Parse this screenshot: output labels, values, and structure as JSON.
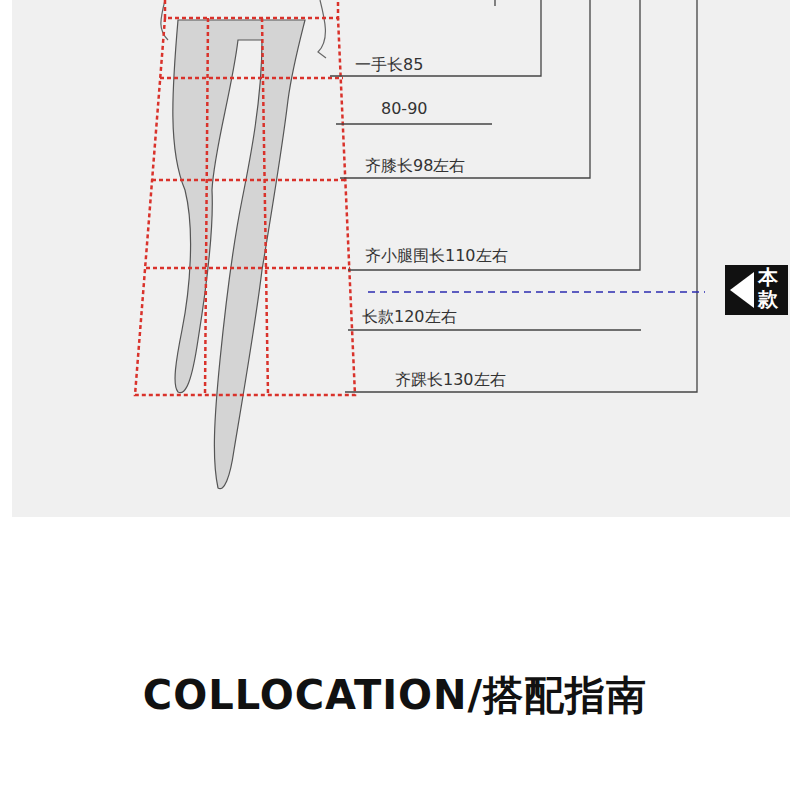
{
  "diagram": {
    "title": "COLLOCATION/搭配指南",
    "labels": [
      "一手长85",
      "80-90",
      "齐膝长98左右",
      "齐小腿围长110左右",
      "长款120左右",
      "齐踝长130左右",
      "本款"
    ]
  }
}
